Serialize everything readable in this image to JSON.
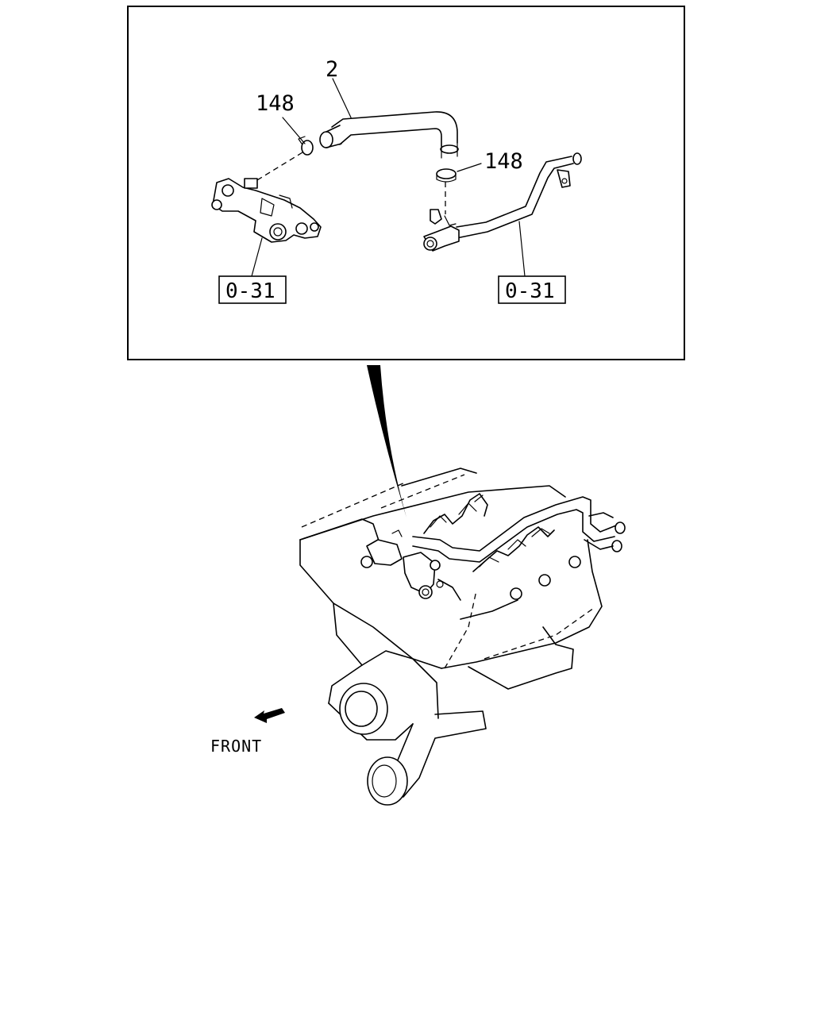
{
  "detail_box": {
    "callouts": [
      {
        "id": "hose",
        "text": "2"
      },
      {
        "id": "clip-left",
        "text": "148"
      },
      {
        "id": "clip-right",
        "text": "148"
      }
    ],
    "refs": [
      {
        "id": "ref-left",
        "text": "0-31"
      },
      {
        "id": "ref-right",
        "text": "0-31"
      }
    ]
  },
  "front_indicator": {
    "label": "FRONT",
    "icon": "front-arrow-icon"
  }
}
